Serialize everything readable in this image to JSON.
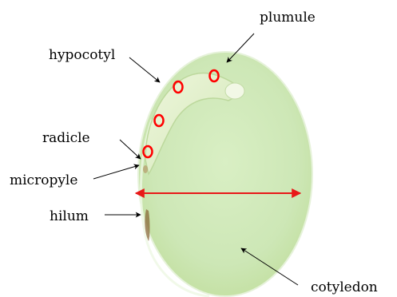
{
  "labels": {
    "plumule": "plumule",
    "hypocotyl": "hypocotyl",
    "radicle": "radicle",
    "micropyle": "micropyle",
    "hilum": "hilum",
    "cotyledon": "cotyledon"
  },
  "colors": {
    "seed_fill": "#cfe9b8",
    "seed_edge": "#e3f1d5",
    "marker": "#ff0000",
    "arrow": "#000000",
    "measure_arrow": "#e81818"
  },
  "marker_count": 4
}
